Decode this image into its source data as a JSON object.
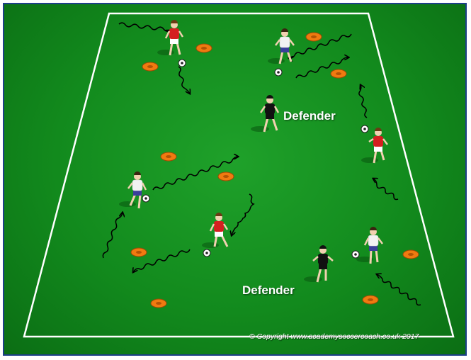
{
  "labels": {
    "defender_top": "Defender",
    "defender_bottom": "Defender"
  },
  "copyright": "© Copyright www.academysoccercoach.co.uk 2017",
  "colors": {
    "pitch": "#15921f",
    "pitch_lines": "#ffffff",
    "cone": "#f07a10",
    "red_team": "#d42020",
    "white_team": "#f2f2f2",
    "defender_kit": "#111111",
    "movement_arrow": "#000000"
  },
  "icons": {
    "cone": "orange-disc-cone-icon",
    "ball": "soccer-ball-icon",
    "arrow": "wavy-dribble-arrow-icon"
  }
}
